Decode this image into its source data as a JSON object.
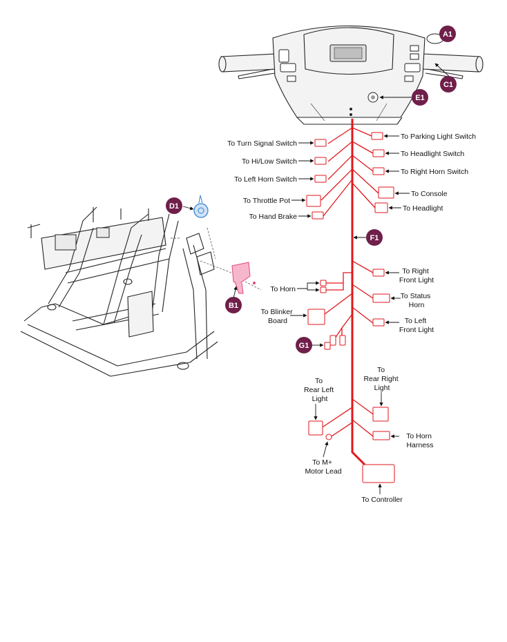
{
  "badges": {
    "A1": "A1",
    "B1": "B1",
    "C1": "C1",
    "D1": "D1",
    "E1": "E1",
    "F1": "F1",
    "G1": "G1"
  },
  "labels": {
    "turn_signal_switch": "To Turn Signal Switch",
    "hi_low_switch": "To Hi/Low Switch",
    "left_horn_switch": "To Left Horn Switch",
    "throttle_pot": "To Throttle Pot",
    "hand_brake": "To Hand Brake",
    "parking_light_switch": "To Parking Light Switch",
    "headlight_switch": "To Headlight Switch",
    "right_horn_switch": "To Right Horn Switch",
    "console": "To Console",
    "headlight": "To Headlight",
    "horn": "To Horn",
    "right_front_light": [
      "To Right",
      "Front Light"
    ],
    "status_horn": [
      "To Status",
      "Horn"
    ],
    "blinker_board": [
      "To Blinker",
      "Board"
    ],
    "left_front_light": [
      "To Left",
      "Front Light"
    ],
    "rear_left_light": [
      "To",
      "Rear Left",
      "Light"
    ],
    "rear_right_light": [
      "To",
      "Rear Right",
      "Light"
    ],
    "horn_harness": [
      "To Horn",
      "Harness"
    ],
    "motor_lead": [
      "To M+",
      "Motor Lead"
    ],
    "controller": "To Controller"
  },
  "colors": {
    "harness": "#e2161b",
    "badge": "#6f1f4a",
    "horn_blue": "#2f7fd1",
    "highlight_pink": "#e0457a"
  }
}
